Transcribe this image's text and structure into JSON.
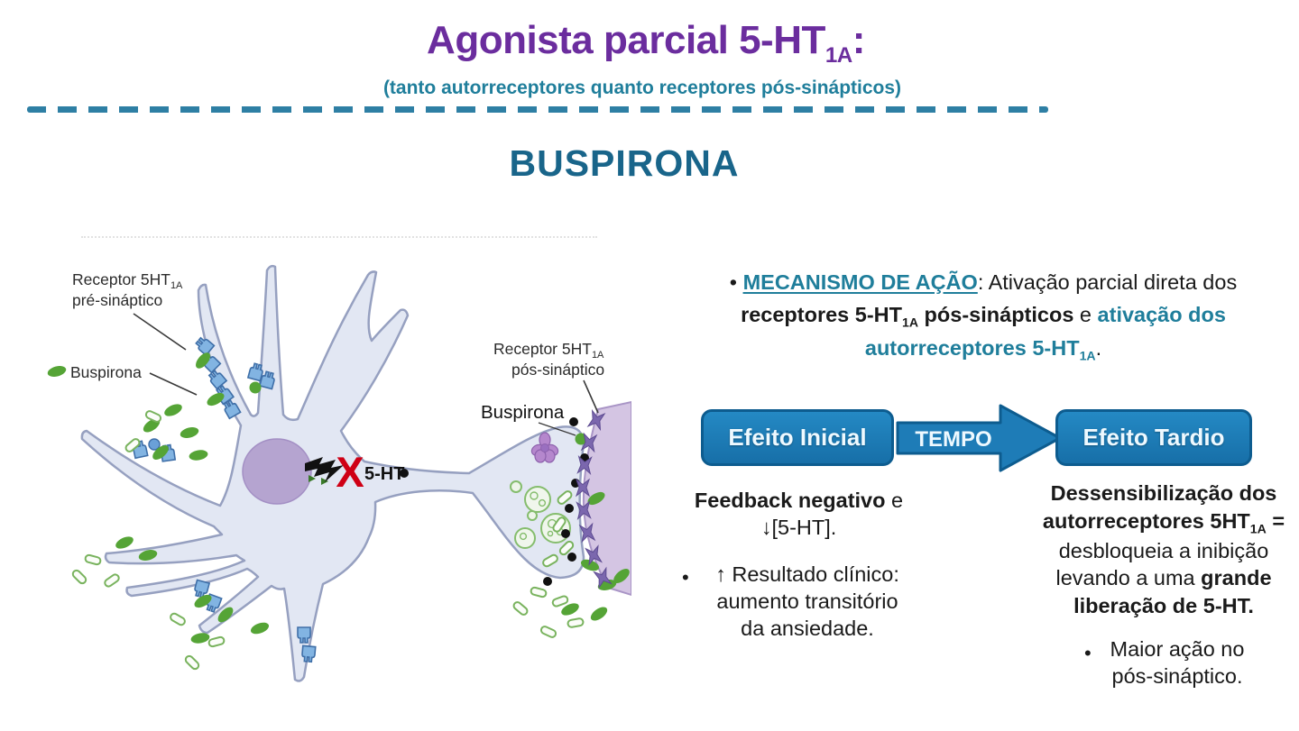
{
  "header": {
    "title_main": "Agonista parcial 5-HT",
    "title_sub": "1A",
    "title_tail": ":",
    "subtitle": "(tanto autorreceptores quanto receptores pós-sinápticos)",
    "drug_name": "BUSPIRONA"
  },
  "diagram": {
    "pre_receptor_line1": "Receptor 5HT",
    "pre_receptor_sub": "1A",
    "pre_receptor_line2": "pré-sináptico",
    "buspirona_left": "Buspirona",
    "post_receptor_line1": "Receptor 5HT",
    "post_receptor_sub": "1A",
    "post_receptor_line2": "pós-sináptico",
    "buspirona_right": "Buspirona",
    "blocked_label": "5-HT",
    "blocked_mark": "X"
  },
  "mechanism": {
    "bullet": "•",
    "heading": "MECANISMO DE AÇÃO",
    "line1_rest": ": Ativação parcial direta dos",
    "line2_bold_main": "receptores 5-HT",
    "line2_bold_sub": "1A",
    "line2_bold_tail": " pós-sinápticos",
    "line2_plain": " e ",
    "line2_teal": "ativação dos",
    "line3_teal_main": "autorreceptores 5-HT",
    "line3_teal_sub": "1A",
    "line3_tail": "."
  },
  "timeline": {
    "initial_box": "Efeito Inicial",
    "arrow_label": "TEMPO",
    "late_box": "Efeito Tardio"
  },
  "initial_effect": {
    "line1_bold": "Feedback negativo",
    "line1_plain": " e",
    "line2": "↓[5-HT].",
    "bullet": "•",
    "clinical_lines": [
      "↑ Resultado clínico:",
      "aumento transitório",
      "da ansiedade."
    ]
  },
  "late_effect": {
    "line1": "Dessensibilização dos",
    "line2_main": "autorreceptores 5HT",
    "line2_sub": "1A",
    "line2_tail": " =",
    "line3": "desbloqueia a inibição",
    "line4_plain": "levando a uma ",
    "line4_bold": "grande",
    "line5": "liberação de 5-HT.",
    "bullet": "•",
    "action_lines": [
      "Maior ação no",
      "pós-sináptico."
    ]
  },
  "colors": {
    "title_purple": "#6b2d9e",
    "teal_text": "#1f7e9b",
    "drug_heading_teal": "#19658a",
    "dash_line_teal": "#2e7fa4",
    "flow_box_blue": "#1e7cb7",
    "flow_box_border": "#0d5c8f",
    "buspirone_green": "#55a436",
    "receptor_blue": "#82b4e2",
    "neuron_fill": "#e2e7f3",
    "nucleus_purple": "#b5a4d0",
    "postsynaptic_purple": "#d4c5e3",
    "postsynaptic_receptor_purple": "#7b67ae",
    "red_x": "#cf0015",
    "body_text": "#1a1a1a"
  }
}
